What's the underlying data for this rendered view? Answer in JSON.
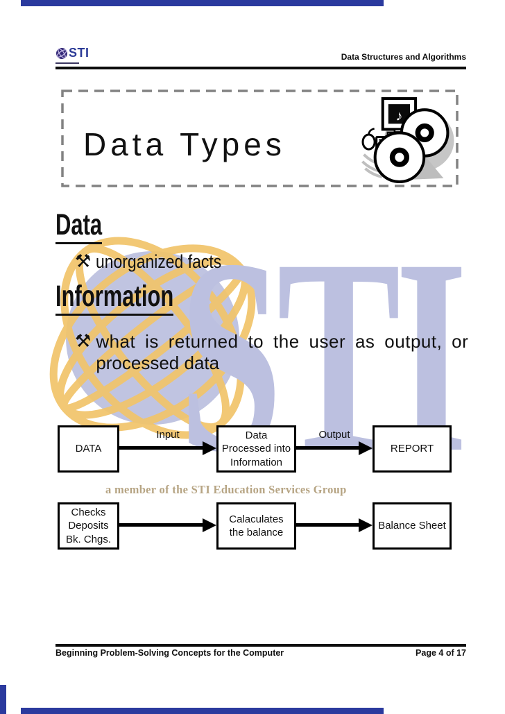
{
  "header": {
    "logo_text": "STI",
    "course_title": "Data Structures and Algorithms"
  },
  "banner": {
    "title": "Data Types"
  },
  "content": {
    "section1": {
      "heading": "Data",
      "bullet": "unorganized facts"
    },
    "section2": {
      "heading": "Information",
      "bullet_line1": "what is returned to the user as output, or",
      "bullet_line2": "processed data"
    }
  },
  "icons": {
    "bullet_glyph": "⚒",
    "music_note": "♪"
  },
  "watermark": {
    "letters": "STI",
    "member_line": "a member of the STI Education Services Group"
  },
  "diagram": {
    "row1": {
      "box1": {
        "l1": "DATA"
      },
      "label_input": "Input",
      "box2": {
        "l1": "Data",
        "l2": "Processed into",
        "l3": "Information"
      },
      "label_output": "Output",
      "box3": {
        "l1": "REPORT"
      }
    },
    "row2": {
      "box1": {
        "l1": "Checks",
        "l2": "Deposits",
        "l3": "Bk. Chgs."
      },
      "box2": {
        "l1": "Calaculates",
        "l2": "the balance"
      },
      "box3": {
        "l1": "Balance Sheet"
      }
    }
  },
  "footer": {
    "left": "Beginning Problem-Solving Concepts for the Computer",
    "right": "Page 4 of 17"
  },
  "colors": {
    "edge_bar_blue": "#2b3a9e",
    "logo_blue": "#2c3b97",
    "rule_black": "#0d0d0d",
    "dashed_border_gray": "#828282",
    "watermark_letters": "#bcc0e0",
    "watermark_globe": "#aeb3d8",
    "watermark_gold": "#f1c46a",
    "member_text": "#b6a483"
  }
}
